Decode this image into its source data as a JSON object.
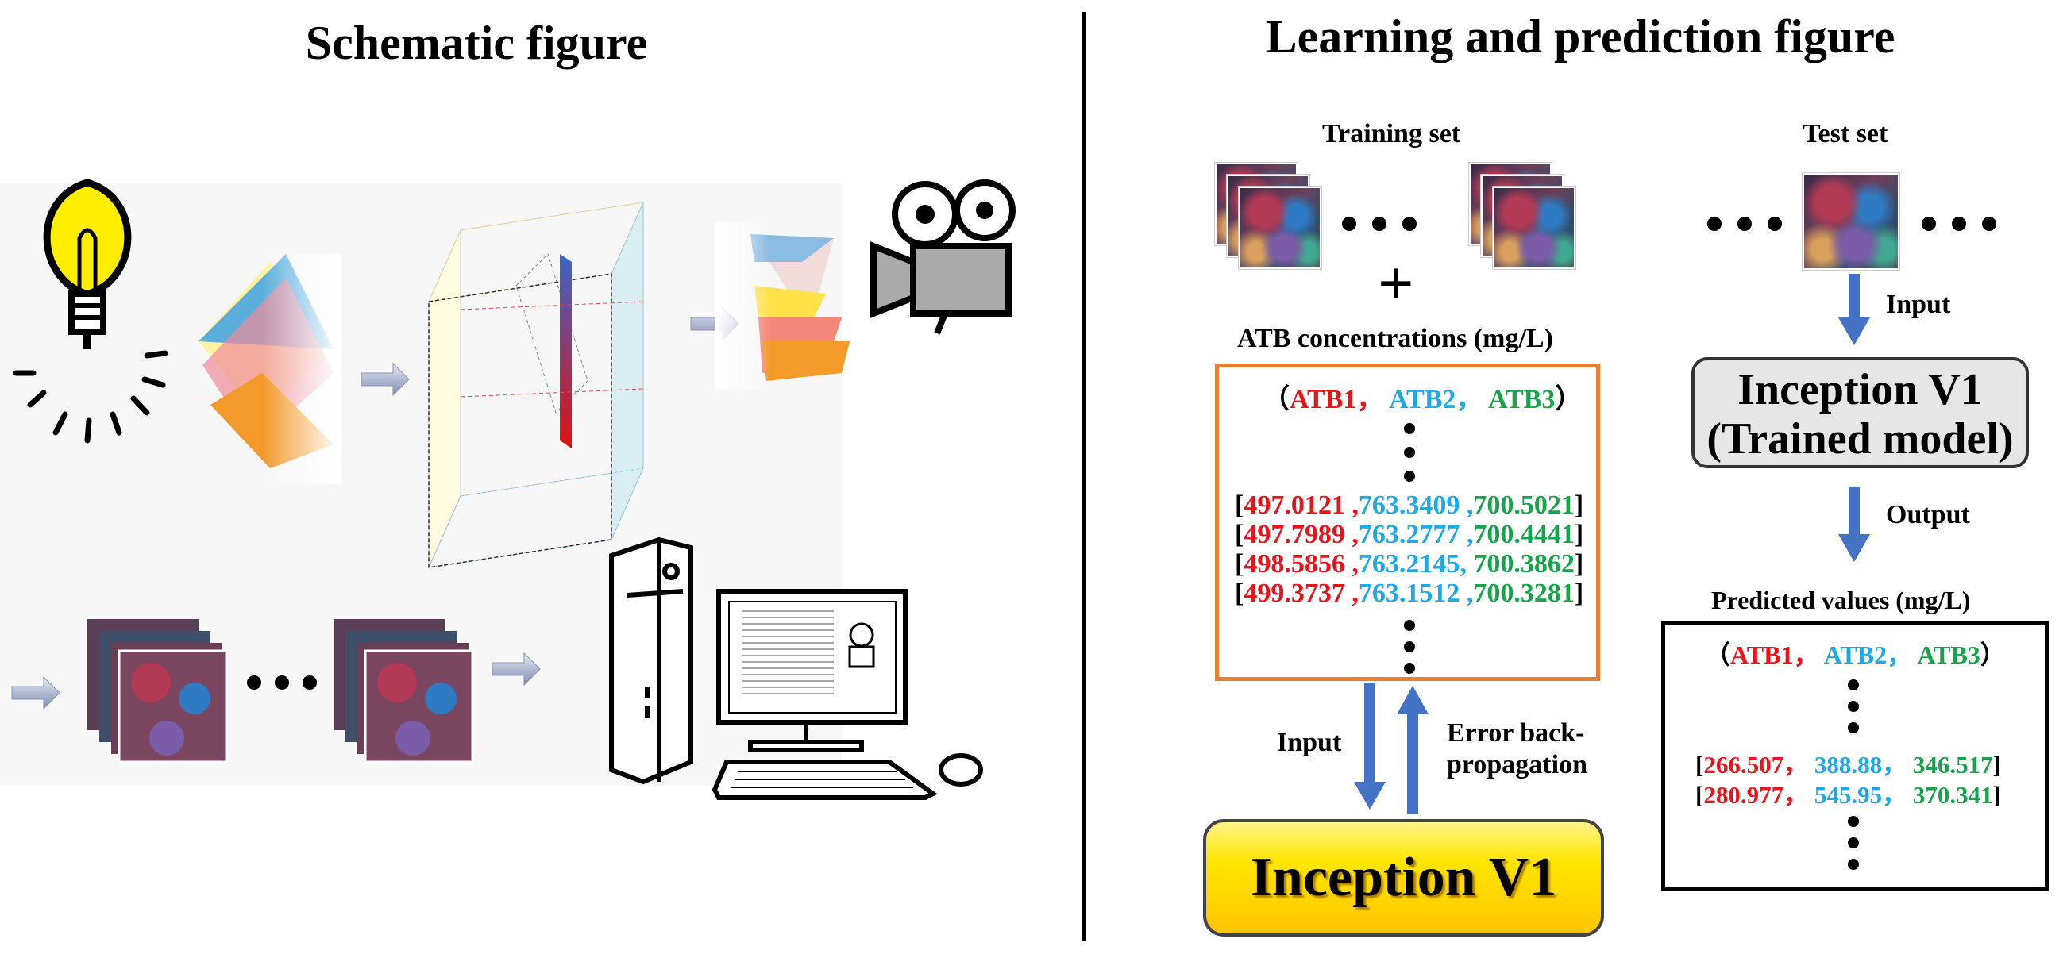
{
  "left": {
    "title": "Schematic figure"
  },
  "right": {
    "title": "Learning and prediction figure",
    "training_set_label": "Training set",
    "test_set_label": "Test set",
    "plus": "+",
    "concentrations_label": "ATB concentrations (mg/L)",
    "training_box": {
      "header": [
        "（",
        "ATB1，",
        " ATB2，",
        " ATB3",
        "）"
      ],
      "rows": [
        [
          "[",
          "497.0121",
          " ,",
          "763.3409",
          " ,",
          "700.5021",
          "]"
        ],
        [
          "[",
          "497.7989",
          " ,",
          "763.2777",
          " ,",
          "700.4441",
          "]"
        ],
        [
          "[",
          "498.5856",
          " ,",
          "763.2145",
          ", ",
          "700.3862",
          "]"
        ],
        [
          "[",
          "499.3737",
          " ,",
          "763.1512",
          " ,",
          "700.3281",
          "]"
        ]
      ]
    },
    "input_label": "Input",
    "error_label_1": "Error back-",
    "error_label_2": "propagation",
    "inception_main": "Inception V1",
    "test_input_label": "Input",
    "trained_model_line1": "Inception V1",
    "trained_model_line2": "(Trained model)",
    "output_label": "Output",
    "predicted_label": "Predicted values (mg/L)",
    "predicted_box": {
      "header": [
        "（",
        "ATB1，",
        "  ATB2，",
        "  ATB3",
        "）"
      ],
      "rows": [
        [
          "[",
          "266.507，",
          "  388.88，",
          "  346.517",
          "]"
        ],
        [
          "[",
          "280.977，",
          "  545.95，",
          "  370.341",
          "]"
        ]
      ]
    }
  },
  "colors": {
    "red": "#e8141b",
    "blue": "#1ea9e6",
    "green": "#16a34a",
    "arrow": "#4472c4",
    "inception_yellow": "#ffd400"
  }
}
